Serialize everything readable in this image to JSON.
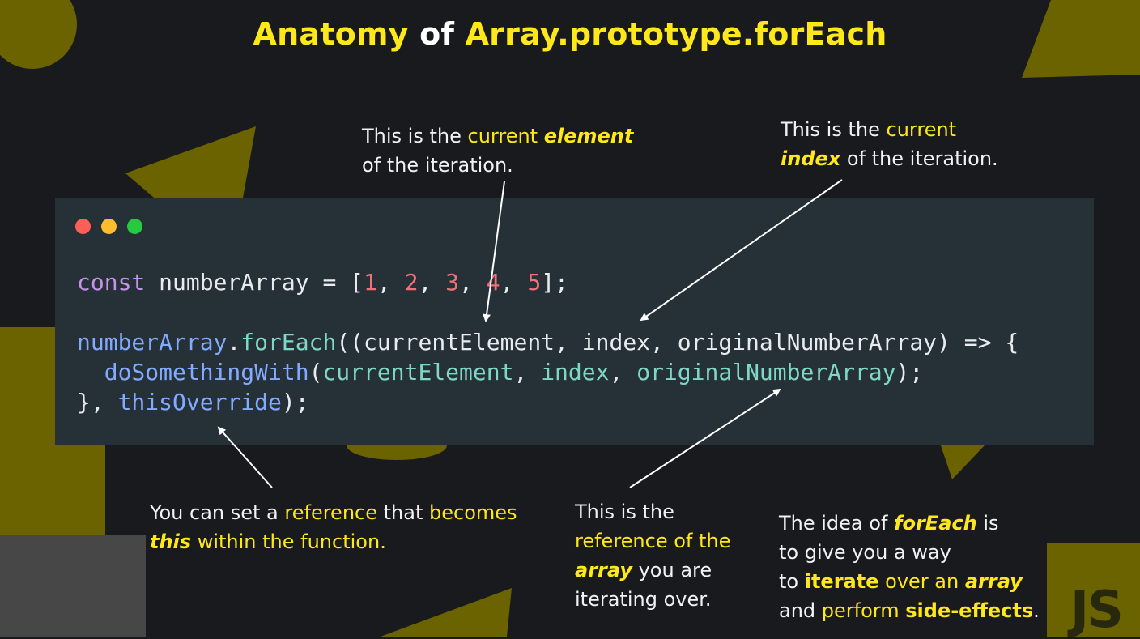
{
  "title": {
    "part1": "Anatomy",
    "part2": " of ",
    "part3": "Array.prototype.forEach"
  },
  "annotations": {
    "element": {
      "t1": "This is the ",
      "t2": "current ",
      "t3": "element",
      "t4": "of the iteration."
    },
    "index": {
      "t1": "This is the ",
      "t2": "current",
      "t3": "index",
      "t4": " of the iteration."
    },
    "this_ref": {
      "t1": "You can set a ",
      "t2": "reference",
      "t3": " that ",
      "t4": "becomes",
      "t5": "this",
      "t6": " within the function."
    },
    "array_ref": {
      "t1": "This is the",
      "t2": "reference of the",
      "t3": "array",
      "t4": " you are",
      "t5": "iterating over."
    },
    "idea": {
      "t1": "The idea of ",
      "t2": "forEach",
      "t3": " is",
      "t4": "to give you a way",
      "t5": "to ",
      "t6": "iterate",
      "t7": " over an ",
      "t8": "array",
      "t9": "and ",
      "t10": "perform",
      "t11": "side-effects",
      "t12": "."
    }
  },
  "code": {
    "line1": {
      "kw": "const",
      "rest1": " numberArray = [",
      "n1": "1",
      "c1": ", ",
      "n2": "2",
      "c2": ", ",
      "n3": "3",
      "c3": ", ",
      "n4": "4",
      "c4": ", ",
      "n5": "5",
      "end": "];"
    },
    "line2": {
      "obj": "numberArray",
      "dot": ".",
      "method": "forEach",
      "args": "((currentElement, index, originalNumberArray) => {"
    },
    "line3": {
      "indent": "  ",
      "fn": "doSomethingWith",
      "open": "(",
      "a1": "currentElement",
      "c1": ", ",
      "a2": "index",
      "c2": ", ",
      "a3": "originalNumberArray",
      "end": ");"
    },
    "line4": {
      "start": "}, ",
      "arg": "thisOverride",
      "end": ");"
    }
  },
  "badge": {
    "label": "JS"
  },
  "colors": {
    "background": "#191a1d",
    "accent_yellow": "#ffe81a",
    "shape_olive": "#6b6200",
    "code_bg": "#263037",
    "dot_red": "#ff5f56",
    "dot_yellow": "#ffbd2e",
    "dot_green": "#27c93f"
  },
  "window_controls": [
    "close-dot",
    "minimize-dot",
    "maximize-dot"
  ]
}
